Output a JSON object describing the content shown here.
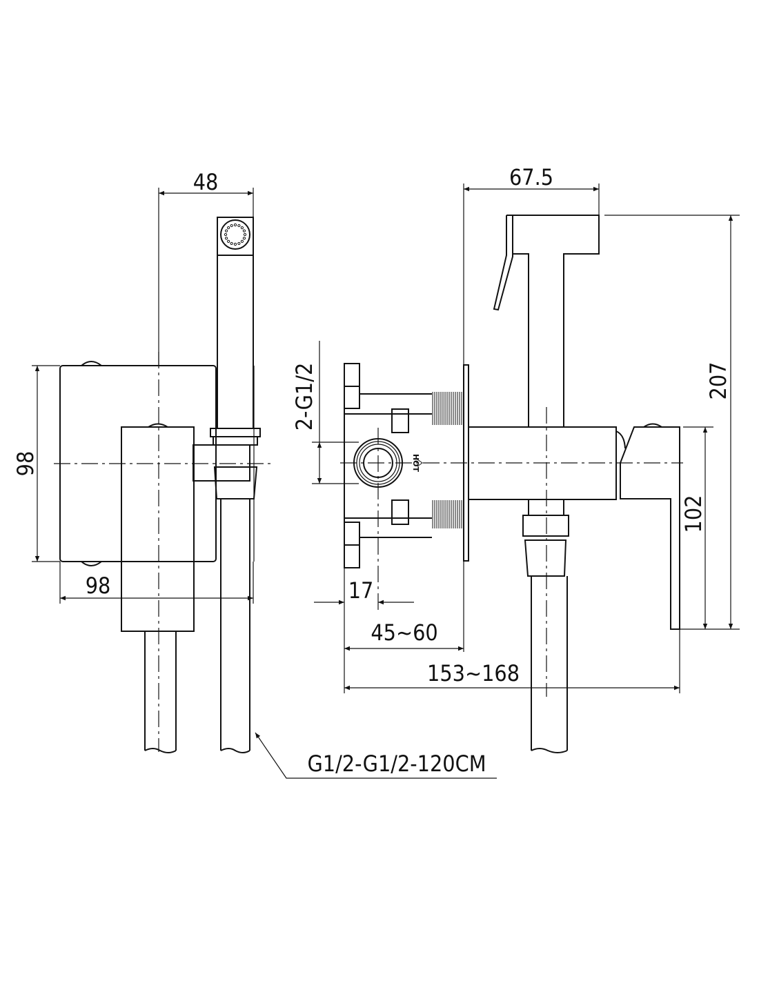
{
  "drawing": {
    "side_view": {
      "dims": {
        "handset_width": "48",
        "plate_height": "98",
        "plate_depth": "98"
      },
      "hose_label": "G1/2-G1/2-120CM"
    },
    "front_view": {
      "dims": {
        "handset_length": "67.5",
        "inlet_thread": "2-G1/2",
        "inlet_offset": "17",
        "wall_depth": "45~60",
        "total_depth": "153~168",
        "outlet_height": "102",
        "total_height": "207"
      },
      "valve_marking": "HOT"
    }
  }
}
